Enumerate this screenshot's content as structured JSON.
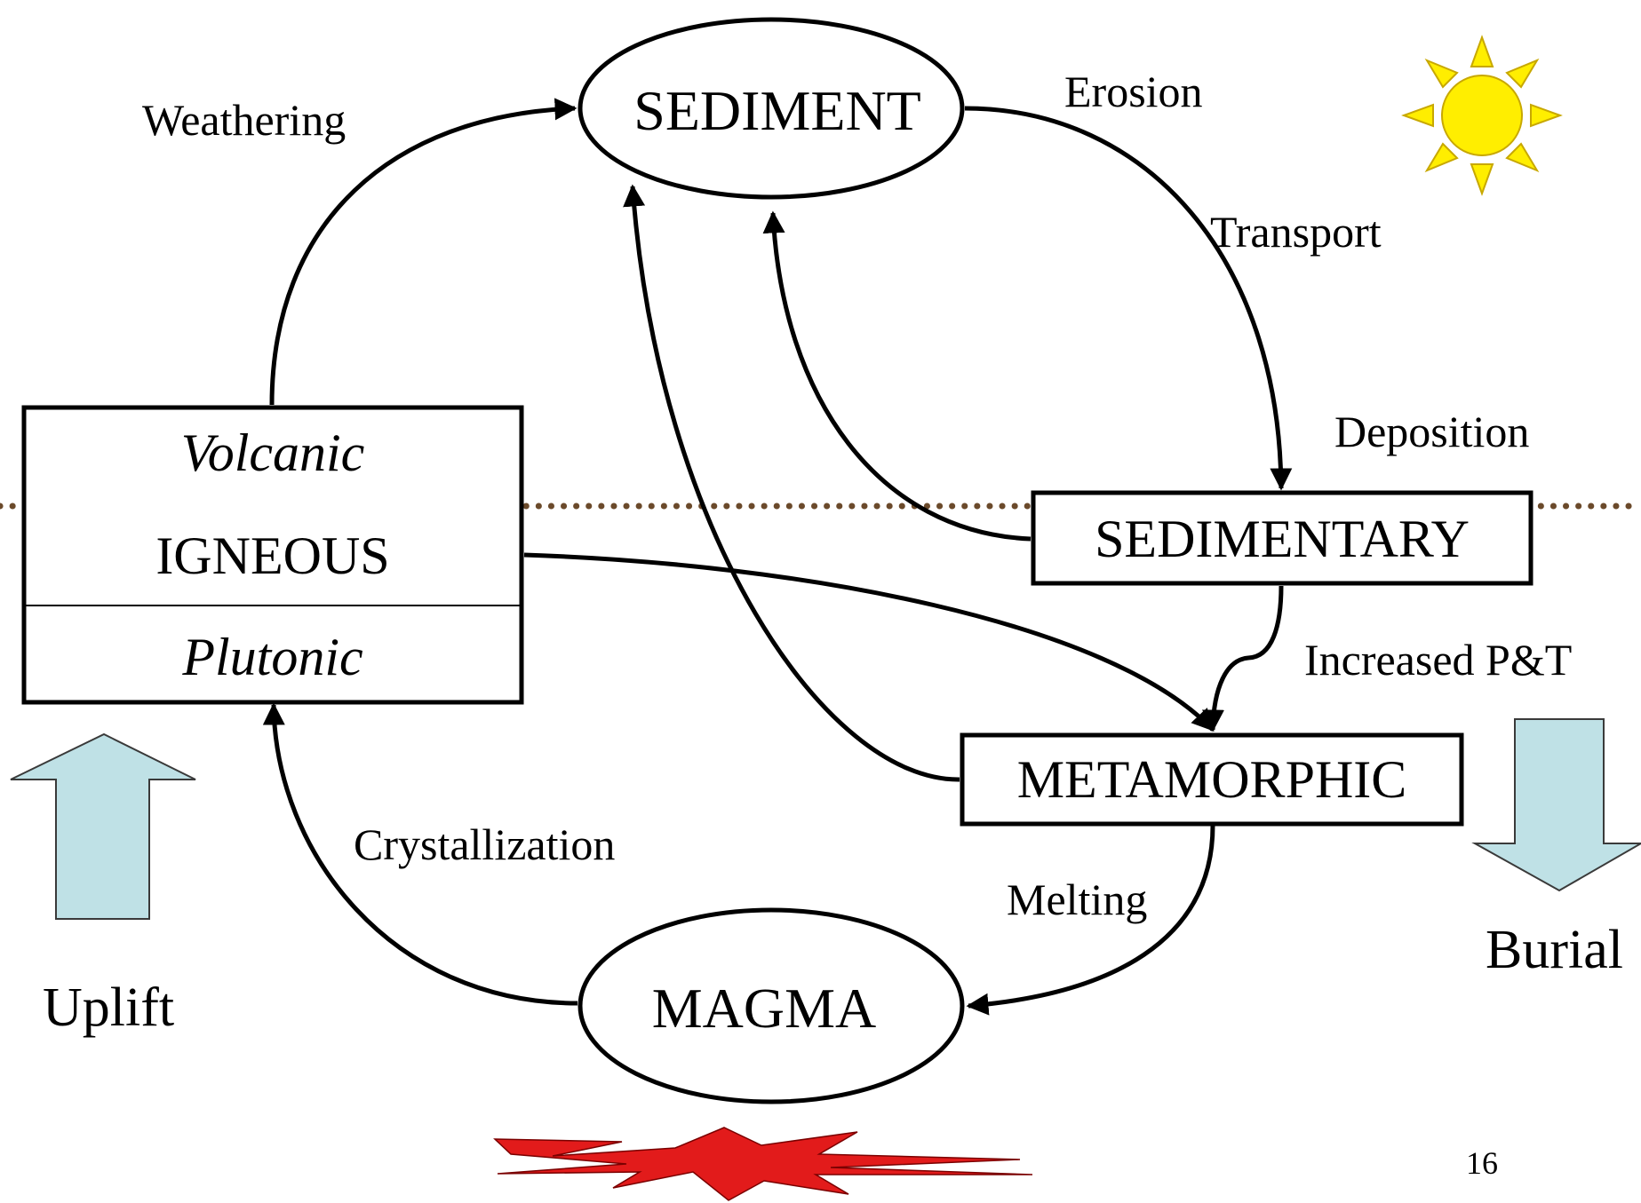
{
  "nodes": {
    "sediment": "SEDIMENT",
    "sedimentary": "SEDIMENTARY",
    "metamorphic": "METAMORPHIC",
    "magma": "MAGMA",
    "igneous": "IGNEOUS",
    "volcanic": "Volcanic",
    "plutonic": "Plutonic"
  },
  "process_labels": {
    "weathering": "Weathering",
    "erosion": "Erosion",
    "transport": "Transport",
    "deposition": "Deposition",
    "increased_pt": "Increased P&T",
    "melting": "Melting",
    "crystallization": "Crystallization"
  },
  "side_labels": {
    "uplift": "Uplift",
    "burial": "Burial"
  },
  "page_number": "16",
  "colors": {
    "surface_line": "#6b4a2b",
    "sun_fill": "#ffee00",
    "sun_stroke": "#c8a800",
    "arrow_fill": "#bfe1e6",
    "heat_fill": "#e21b1b"
  },
  "icons": {
    "sun": "sun-icon",
    "heat": "heat-burst-icon",
    "uplift_arrow": "arrow-up-icon",
    "burial_arrow": "arrow-down-icon"
  }
}
